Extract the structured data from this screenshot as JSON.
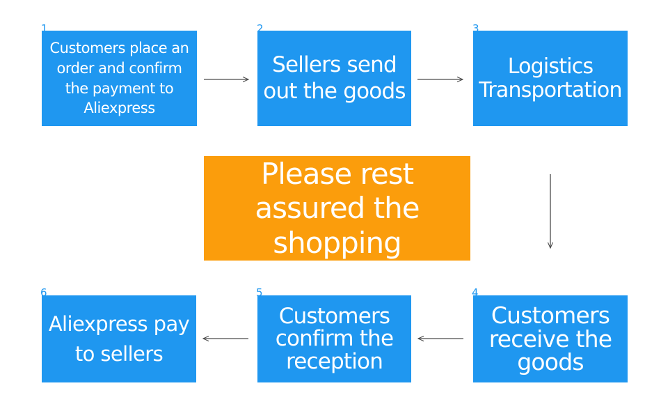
{
  "colors": {
    "step_box": "#1f97f0",
    "center_box": "#fb9d0c",
    "text": "#ffffff",
    "arrow": "#4a4a4a"
  },
  "steps": [
    {
      "number": "1",
      "label": "Customers place an order and confirm the payment to Aliexpress"
    },
    {
      "number": "2",
      "label": "Sellers send out the goods"
    },
    {
      "number": "3",
      "label": "Logistics Transportation"
    },
    {
      "number": "4",
      "label": "Customers receive the goods"
    },
    {
      "number": "5",
      "label": "Customers confirm the reception"
    },
    {
      "number": "6",
      "label": "Aliexpress pay to sellers"
    }
  ],
  "center": {
    "text": "Please rest assured the shopping"
  }
}
